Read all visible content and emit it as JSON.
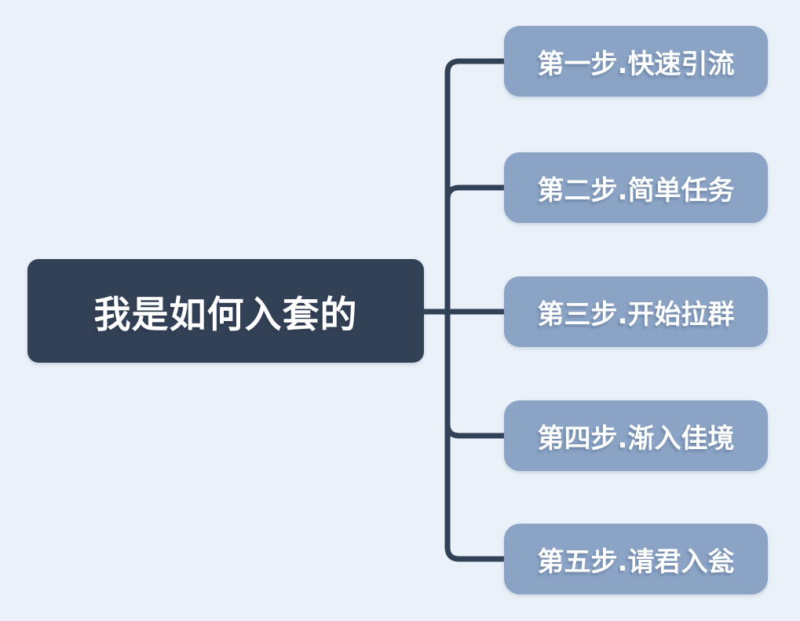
{
  "canvas": {
    "background_color": "#EAF1F8"
  },
  "mindmap": {
    "root": {
      "label": "我是如何入套的",
      "fill_color": "#334156",
      "text_color": "#FFFFFF"
    },
    "branches": [
      {
        "label": "第一步.快速引流"
      },
      {
        "label": "第二步.简单任务"
      },
      {
        "label": "第三步.开始拉群"
      },
      {
        "label": "第四步.渐入佳境"
      },
      {
        "label": "第五步.请君入瓮"
      }
    ],
    "branch_fill_color": "#8BA4C6",
    "branch_text_color": "#FFFFFF",
    "connector_color": "#334156"
  }
}
